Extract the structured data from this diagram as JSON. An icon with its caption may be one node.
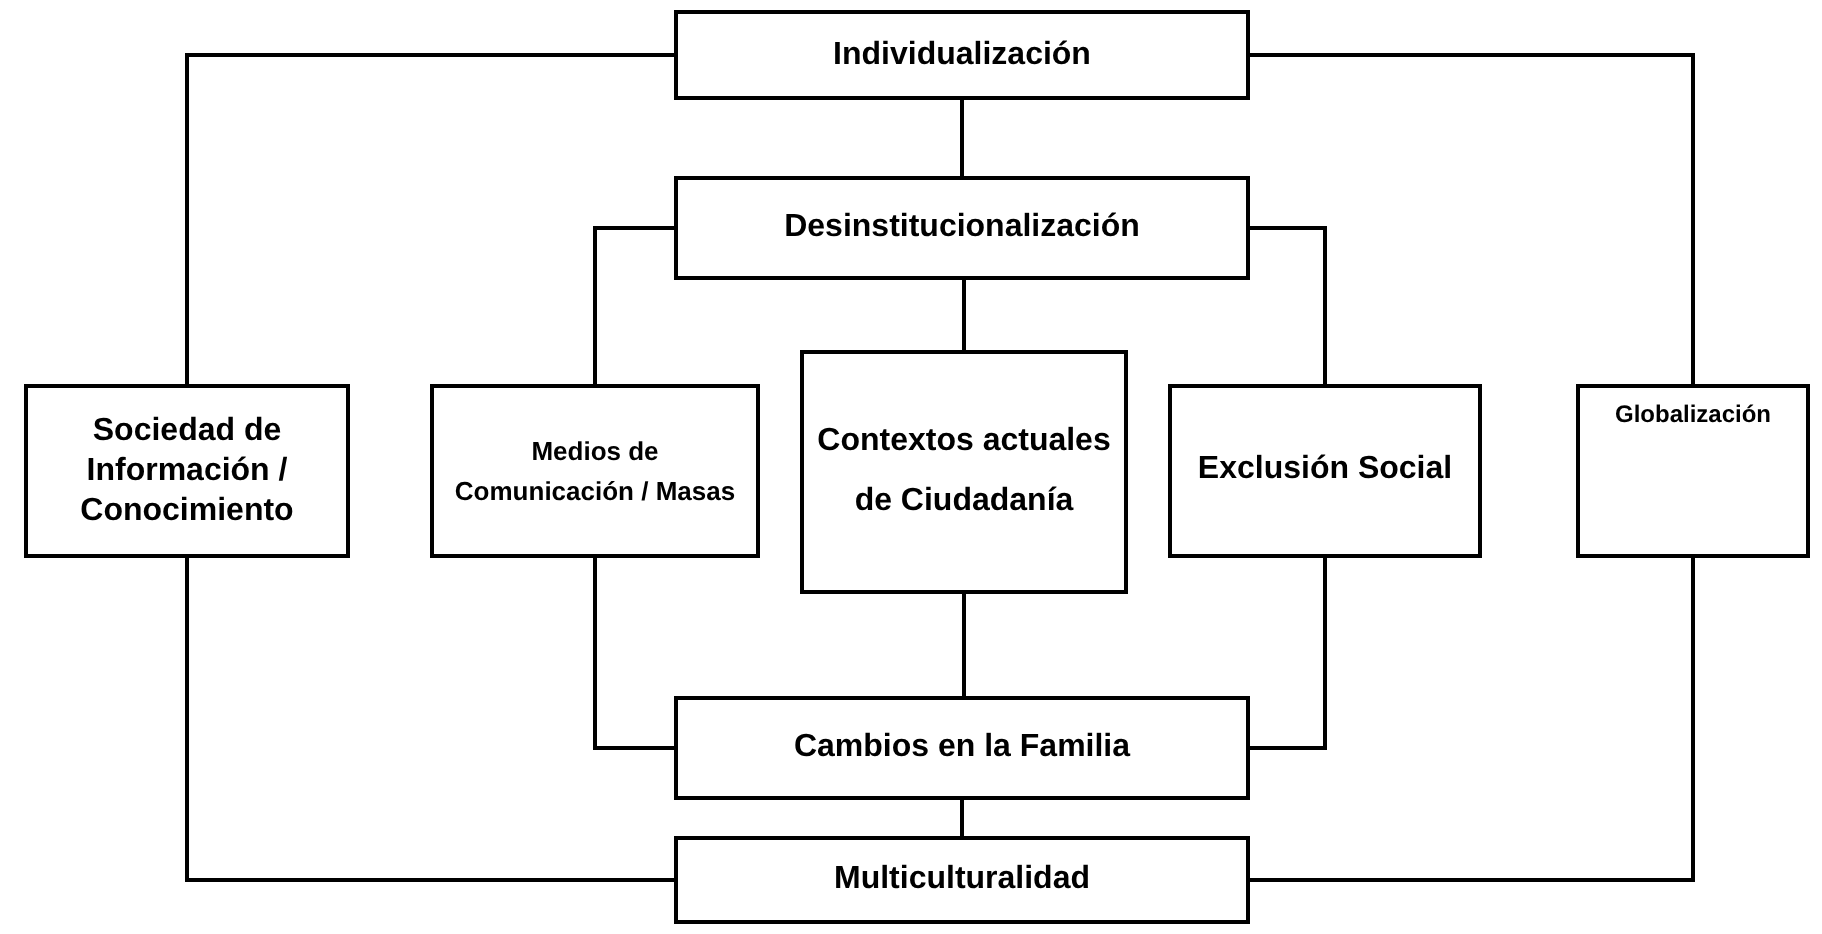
{
  "diagram": {
    "nodes": [
      {
        "text": [
          "Individualización"
        ]
      },
      {
        "text": [
          "Desinstitucionalización"
        ]
      },
      {
        "text": [
          "Sociedad de Información / Conocimiento"
        ]
      },
      {
        "text": [
          "Medios de Comunicación / Masas"
        ]
      },
      {
        "text": [
          "Contextos actuales de Ciudadanía"
        ]
      },
      {
        "text": [
          "Exclusión Social"
        ]
      },
      {
        "text": [
          "Globalización"
        ]
      },
      {
        "text": [
          "Cambios en la Familia"
        ]
      },
      {
        "text": [
          "Multiculturalidad"
        ]
      }
    ],
    "edges": [
      {
        "from": 0,
        "to": 1,
        "arrow": "none"
      },
      {
        "from": 0,
        "to": 2,
        "arrow": "none"
      },
      {
        "from": 0,
        "to": 6,
        "arrow": "none"
      },
      {
        "from": 1,
        "to": 3,
        "arrow": "none"
      },
      {
        "from": 1,
        "to": 4,
        "arrow": "none"
      },
      {
        "from": 1,
        "to": 5,
        "arrow": "none"
      },
      {
        "from": 3,
        "to": 7,
        "arrow": "none"
      },
      {
        "from": 4,
        "to": 7,
        "arrow": "none"
      },
      {
        "from": 5,
        "to": 7,
        "arrow": "none"
      },
      {
        "from": 7,
        "to": 8,
        "arrow": "none"
      },
      {
        "from": 2,
        "to": 8,
        "arrow": "none"
      },
      {
        "from": 6,
        "to": 8,
        "arrow": "none"
      }
    ]
  }
}
